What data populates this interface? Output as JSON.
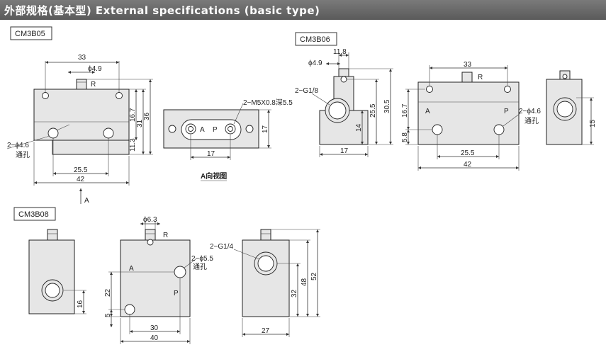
{
  "header": {
    "title": "外部规格(基本型) External specifications (basic type)"
  },
  "models": [
    "CM3B05",
    "CM3B06",
    "CM3B08"
  ],
  "labels": {
    "port_a": "A",
    "port_p": "P",
    "port_r": "R",
    "view_a": "A向视图",
    "thru_hole": "通孔",
    "arrow_a": "A"
  },
  "cm3b05": {
    "d33": "33",
    "d_phi49": "ϕ4.9",
    "d167": "16.7",
    "d31": "31",
    "d36": "36",
    "d113": "11.3",
    "holes": "2−ϕ4.6",
    "d255": "25.5",
    "d42": "42"
  },
  "view_a": {
    "thread": "2−M5X0.8深5.5",
    "d17w": "17",
    "d17h": "17"
  },
  "cm3b06": {
    "d118": "11.8",
    "d_phi49": "ϕ4.9",
    "port": "2−G1/8",
    "d255v": "25.5",
    "d305": "30.5",
    "d14": "14",
    "d17": "17",
    "d33": "33",
    "d167": "16.7",
    "d58": "5.8",
    "holes": "2−ϕ4.6",
    "d255h": "25.5",
    "d42": "42",
    "d15": "15"
  },
  "cm3b08": {
    "d16": "16",
    "d_phi63": "ϕ6.3",
    "holes": "2−ϕ5.5",
    "d22": "22",
    "d5": "5",
    "d30": "30",
    "d40": "40",
    "port": "2−G1/4",
    "d32": "32",
    "d48": "48",
    "d52": "52",
    "d27": "27"
  }
}
